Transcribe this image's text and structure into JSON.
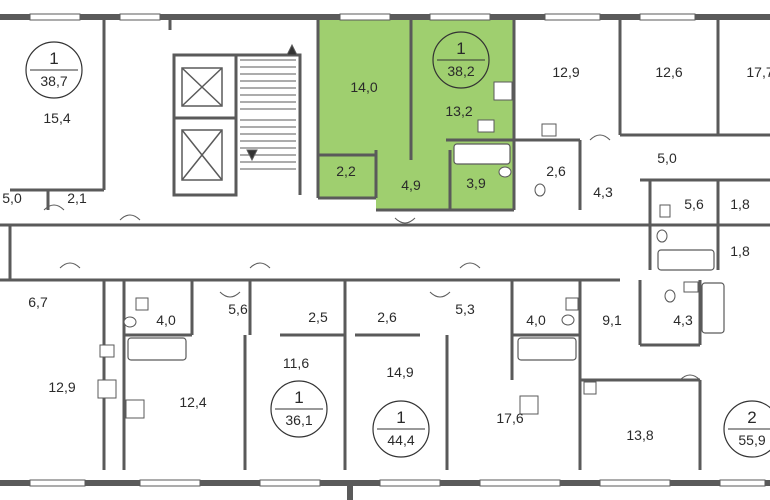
{
  "accent_color": "#9fcf6f",
  "wall_color": "#5a5a5a",
  "selected_apartment": {
    "rooms": "1",
    "area": "38,2"
  },
  "apartment_badges": [
    {
      "id": "a1",
      "rooms": "1",
      "area": "38,7"
    },
    {
      "id": "a2",
      "rooms": "1",
      "area": "38,2"
    },
    {
      "id": "a3",
      "rooms": "1",
      "area": "36,1"
    },
    {
      "id": "a4",
      "rooms": "1",
      "area": "44,4"
    },
    {
      "id": "a5",
      "rooms": "2",
      "area": "55,9"
    }
  ],
  "room_areas": [
    "15,4",
    "5,0",
    "2,1",
    "14,0",
    "2,2",
    "4,9",
    "13,2",
    "3,9",
    "12,9",
    "12,6",
    "17,7",
    "2,6",
    "4,3",
    "5,0",
    "5,6",
    "1,8",
    "1,8",
    "6,7",
    "4,0",
    "5,6",
    "2,5",
    "12,9",
    "12,4",
    "11,6",
    "2,6",
    "5,3",
    "4,0",
    "14,9",
    "17,6",
    "9,1",
    "4,3",
    "13,8"
  ],
  "icons": [
    "stove-icon",
    "bathtub-icon",
    "toilet-icon",
    "sink-icon",
    "elevator-icon",
    "stairs-icon",
    "door-swing-icon",
    "window-icon"
  ]
}
